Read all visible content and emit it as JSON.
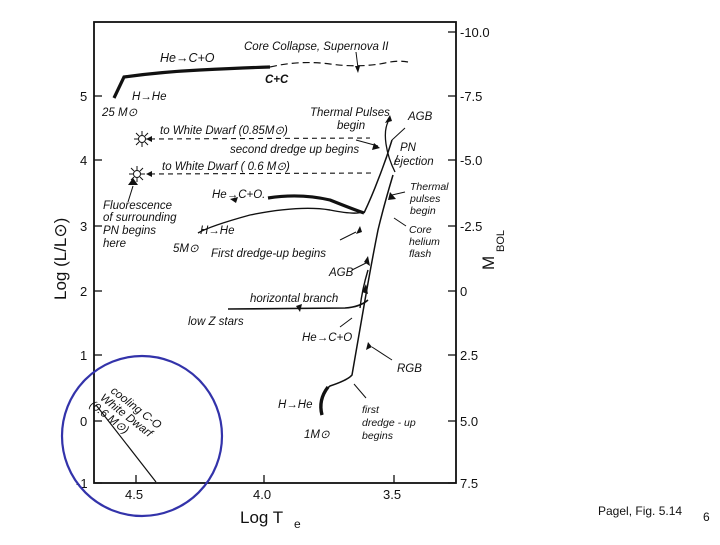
{
  "axes": {
    "left_title": "Log (L/L⊙)",
    "right_title": "M",
    "right_title_sub": "BOL",
    "bottom_title": "Log T",
    "bottom_title_sub": "e",
    "left_ticks": [
      "5",
      "4",
      "3",
      "2",
      "1",
      "0",
      "-1"
    ],
    "right_ticks": [
      "-10.0",
      "-7.5",
      "-5.0",
      "-2.5",
      "0",
      "2.5",
      "5.0",
      "7.5"
    ],
    "bottom_ticks": [
      "4.5",
      "4.0",
      "3.5"
    ]
  },
  "labels": {
    "core_collapse": "Core Collapse, Supernova II",
    "he_co_top": "He→C+O",
    "cc": "C+C",
    "h_he_25": "H→He",
    "m25": "25 M⊙",
    "thermal_pulses_begin_1": "Thermal Pulses",
    "thermal_pulses_begin_2": "begin",
    "agb_top": "AGB",
    "to_wd_085": "to White Dwarf (0.85M⊙)",
    "second_dredge": "second dredge up begins",
    "pn_ejection_1": "PN",
    "pn_ejection_2": "ejection",
    "to_wd_06": "to White Dwarf ( 0.6 M⊙)",
    "thermal_pulses_r1": "Thermal",
    "thermal_pulses_r2": "pulses",
    "thermal_pulses_r3": "begin",
    "fluor_1": "Fluorescence",
    "fluor_2": "of surrounding",
    "fluor_3": "PN begins",
    "fluor_4": "here",
    "he_co_mid": "He→C+O.",
    "h_he_5": "H→He",
    "m5": "5M⊙",
    "first_dredge_5": "First dredge-up begins",
    "core_he_1": "Core",
    "core_he_2": "helium",
    "core_he_3": "flash",
    "agb_low": "AGB",
    "horizontal_branch": "horizontal branch",
    "low_z": "low Z stars",
    "he_co_low": "He→C+O",
    "rgb": "RGB",
    "h_he_1": "H→He",
    "m1": "1M⊙",
    "first_dredge_1a": "first",
    "first_dredge_1b": "dredge - up",
    "first_dredge_1c": "begins",
    "cooling_1": "cooling C-O",
    "cooling_2": "White Dwarf",
    "cooling_3": "(0.6 M⊙)"
  },
  "caption": "Pagel, Fig. 5.14",
  "page_number": "6",
  "colors": {
    "highlight_circle": "#3333aa",
    "ink": "#111111"
  }
}
